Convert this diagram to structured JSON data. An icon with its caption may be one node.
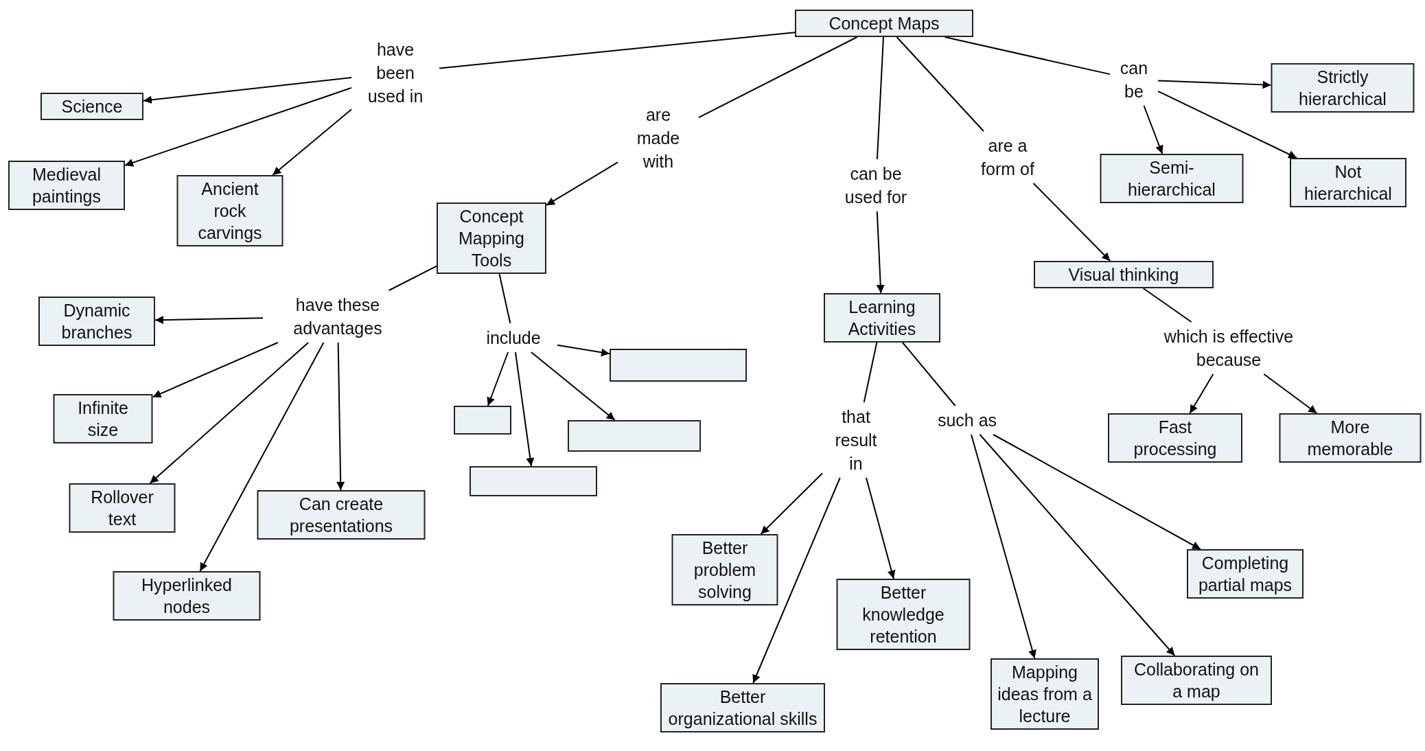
{
  "diagram": {
    "nodes": [
      {
        "text": [
          "Concept Maps"
        ]
      },
      {
        "text": [
          "have been used in"
        ]
      },
      {
        "text": [
          "Science"
        ]
      },
      {
        "text": [
          "Medieval paintings"
        ]
      },
      {
        "text": [
          "Ancient rock carvings"
        ]
      },
      {
        "text": [
          "are made with"
        ]
      },
      {
        "text": [
          "Concept Mapping Tools"
        ]
      },
      {
        "text": [
          "have these advantages"
        ]
      },
      {
        "text": [
          "Dynamic branches"
        ]
      },
      {
        "text": [
          "Infinite size"
        ]
      },
      {
        "text": [
          "Rollover text"
        ]
      },
      {
        "text": [
          "Hyperlinked nodes"
        ]
      },
      {
        "text": [
          "Can create presentations"
        ]
      },
      {
        "text": [
          "include"
        ]
      },
      {
        "text": [],
        "shape": "box"
      },
      {
        "text": [],
        "shape": "box"
      },
      {
        "text": [],
        "shape": "box"
      },
      {
        "text": [],
        "shape": "box"
      },
      {
        "text": [
          "can be used for"
        ]
      },
      {
        "text": [
          "Learning Activities"
        ]
      },
      {
        "text": [
          "that result in"
        ]
      },
      {
        "text": [
          "such as"
        ]
      },
      {
        "text": [
          "Better problem solving"
        ]
      },
      {
        "text": [
          "Better organizational skills"
        ]
      },
      {
        "text": [
          "Better knowledge retention"
        ]
      },
      {
        "text": [
          "Mapping ideas from a lecture"
        ]
      },
      {
        "text": [
          "Completing partial maps"
        ]
      },
      {
        "text": [
          "Collaborating on a map"
        ]
      },
      {
        "text": [
          "are a form of"
        ]
      },
      {
        "text": [
          "Visual thinking"
        ]
      },
      {
        "text": [
          "which is effective because"
        ]
      },
      {
        "text": [
          "Fast processing"
        ]
      },
      {
        "text": [
          "More memorable"
        ]
      },
      {
        "text": [
          "can be"
        ]
      },
      {
        "text": [
          "Strictly hierarchical"
        ]
      },
      {
        "text": [
          "Semi-hierarchical"
        ]
      },
      {
        "text": [
          "Not hierarchical"
        ]
      }
    ],
    "edges": [
      {
        "from": 0,
        "to": 1,
        "arrow": "none"
      },
      {
        "from": 1,
        "to": 2,
        "arrow": "to"
      },
      {
        "from": 1,
        "to": 3,
        "arrow": "to"
      },
      {
        "from": 1,
        "to": 4,
        "arrow": "to"
      },
      {
        "from": 0,
        "to": 5,
        "arrow": "none"
      },
      {
        "from": 5,
        "to": 6,
        "arrow": "to"
      },
      {
        "from": 6,
        "to": 7,
        "arrow": "none"
      },
      {
        "from": 7,
        "to": 8,
        "arrow": "to"
      },
      {
        "from": 7,
        "to": 9,
        "arrow": "to"
      },
      {
        "from": 7,
        "to": 10,
        "arrow": "to"
      },
      {
        "from": 7,
        "to": 11,
        "arrow": "to"
      },
      {
        "from": 7,
        "to": 12,
        "arrow": "to"
      },
      {
        "from": 6,
        "to": 13,
        "arrow": "none"
      },
      {
        "from": 13,
        "to": 14,
        "arrow": "to"
      },
      {
        "from": 13,
        "to": 15,
        "arrow": "to"
      },
      {
        "from": 13,
        "to": 16,
        "arrow": "to"
      },
      {
        "from": 13,
        "to": 17,
        "arrow": "to"
      },
      {
        "from": 0,
        "to": 18,
        "arrow": "none"
      },
      {
        "from": 18,
        "to": 19,
        "arrow": "to"
      },
      {
        "from": 19,
        "to": 20,
        "arrow": "none"
      },
      {
        "from": 19,
        "to": 21,
        "arrow": "none"
      },
      {
        "from": 20,
        "to": 22,
        "arrow": "to"
      },
      {
        "from": 20,
        "to": 23,
        "arrow": "to"
      },
      {
        "from": 20,
        "to": 24,
        "arrow": "to"
      },
      {
        "from": 21,
        "to": 25,
        "arrow": "to"
      },
      {
        "from": 21,
        "to": 26,
        "arrow": "to"
      },
      {
        "from": 21,
        "to": 27,
        "arrow": "to"
      },
      {
        "from": 0,
        "to": 28,
        "arrow": "none"
      },
      {
        "from": 28,
        "to": 29,
        "arrow": "to"
      },
      {
        "from": 29,
        "to": 30,
        "arrow": "none"
      },
      {
        "from": 30,
        "to": 31,
        "arrow": "to"
      },
      {
        "from": 30,
        "to": 32,
        "arrow": "to"
      },
      {
        "from": 0,
        "to": 33,
        "arrow": "none"
      },
      {
        "from": 33,
        "to": 34,
        "arrow": "to"
      },
      {
        "from": 33,
        "to": 35,
        "arrow": "to"
      },
      {
        "from": 33,
        "to": 36,
        "arrow": "to"
      }
    ]
  }
}
